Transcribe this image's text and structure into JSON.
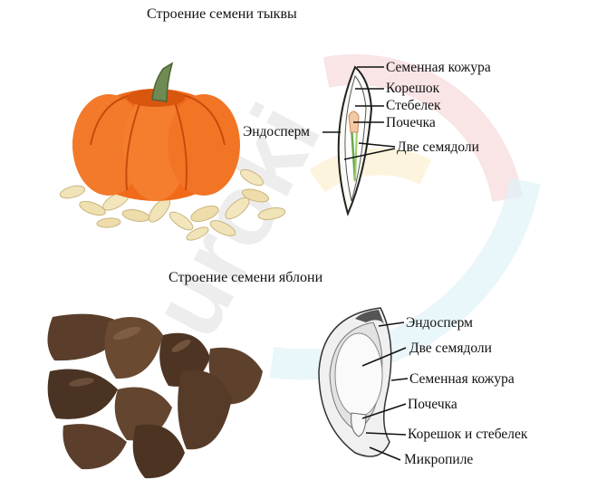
{
  "titles": {
    "pumpkin": "Строение семени тыквы",
    "apple": "Строение семени яблони"
  },
  "pumpkin_labels": {
    "seed_coat": "Семенная кожура",
    "radicle": "Корешок",
    "stem": "Стебелек",
    "bud": "Почечка",
    "endosperm": "Эндосперм",
    "cotyledons": "Две семядоли"
  },
  "apple_labels": {
    "endosperm": "Эндосперм",
    "cotyledons": "Две семядоли",
    "seed_coat": "Семенная кожура",
    "bud": "Почечка",
    "radicle_stem": "Корешок и стебелек",
    "micropyle": "Микропиле"
  },
  "watermark": "uroki",
  "colors": {
    "pumpkin": "#f06a1a",
    "pumpkin_dark": "#c94a0c",
    "stem": "#6f8a52",
    "seed": "#f1e3b8",
    "apple_seed": "#5a3e2b",
    "watermark": "#e9e9e9"
  }
}
